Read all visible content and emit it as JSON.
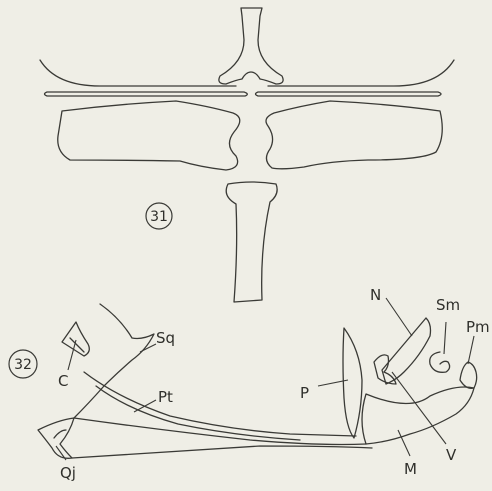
{
  "figures": [
    {
      "number": "31"
    },
    {
      "number": "32"
    }
  ],
  "labels": {
    "c": "C",
    "sq": "Sq",
    "pt": "Pt",
    "qj": "Qj",
    "p": "P",
    "n": "N",
    "sm": "Sm",
    "pm": "Pm",
    "v": "V",
    "m": "M"
  }
}
